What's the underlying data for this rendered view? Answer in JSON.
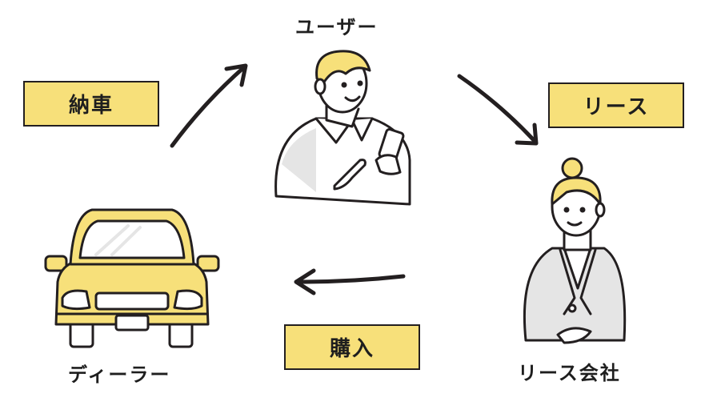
{
  "nodes": {
    "user": "ユーザー",
    "dealer": "ディーラー",
    "lease_company": "リース会社"
  },
  "edges": {
    "delivery": "納車",
    "lease": "リース",
    "purchase": "購入"
  },
  "colors": {
    "accent": "#f7e07a",
    "ink": "#231f20",
    "shade": "#e5e5e5"
  }
}
